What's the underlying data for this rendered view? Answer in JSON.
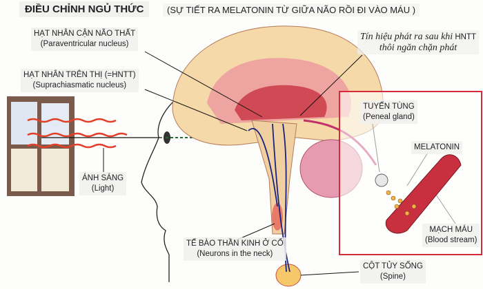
{
  "title": "ĐIỀU CHỈNH NGỦ THỨC",
  "subtitle": "(SỰ TIẾT RA MELATONIN TỪ GIỮA NÃO RỒI ĐI VÀO MÁU )",
  "labels": {
    "paraventricular": {
      "vi": "HẠT NHÂN CẬN NÃO THẤT",
      "en": "(Paraventricular nucleus)"
    },
    "suprachiasmatic": {
      "vi": "HẠT NHÂN TRÊN THỊ  (=HNTT)",
      "en": "(Suprachiasmatic nucleus)"
    },
    "signal": {
      "line1_italic": "Tín hiệu phát ra sau khi",
      "line1_abbr": "HNTT",
      "line2": "thôi ngăn chặn phát"
    },
    "pineal": {
      "vi": "TUYẾN TÙNG",
      "en": "(Peneal gland)"
    },
    "melatonin": "MELATONIN",
    "light": {
      "vi": "ÁNH SÁNG",
      "en": "(Light)"
    },
    "neck_neurons": {
      "vi": "TẾ BÀO THẦN KINH Ở CỔ",
      "en": "(Neurons in the neck)"
    },
    "spine": {
      "vi": "CỘT TỦY SỐNG",
      "en": "(Spine)"
    },
    "blood": {
      "vi": "MẠCH MÁU",
      "en": "(Blood stream)"
    }
  },
  "colors": {
    "brain": "#f6d9a8",
    "inner": "#e88f8f",
    "pathway": "#1a237e",
    "box": "#d42a3a",
    "light_ray": "#e0402a"
  }
}
